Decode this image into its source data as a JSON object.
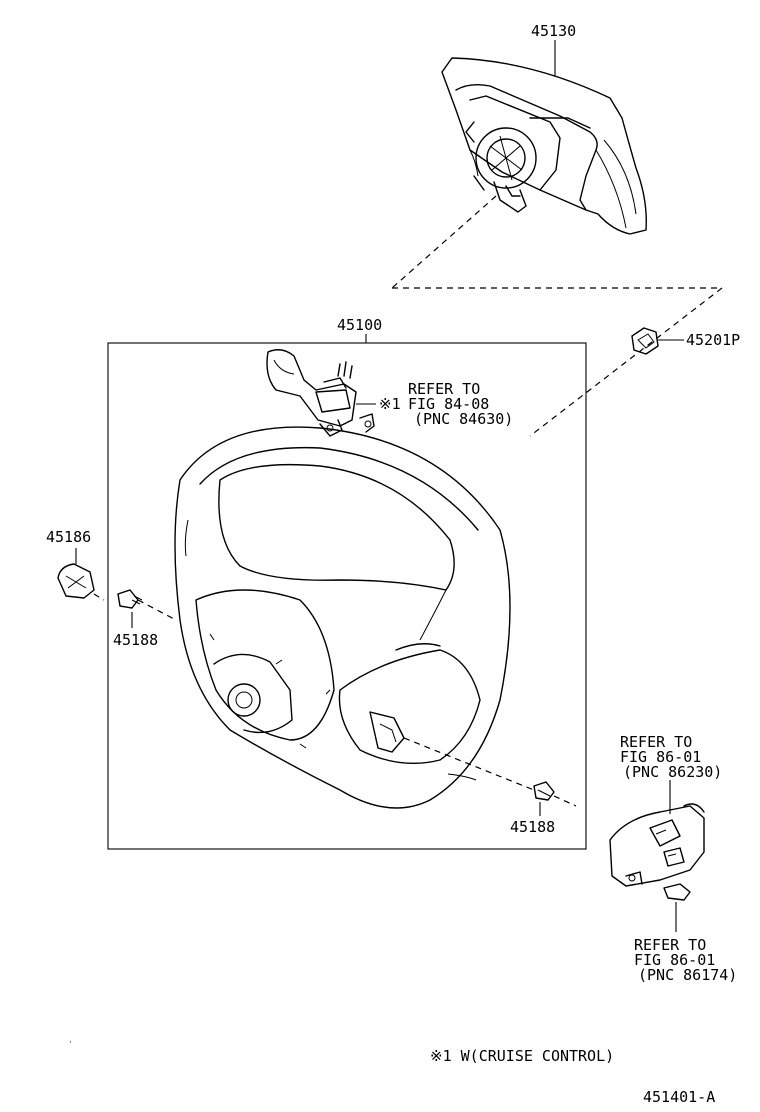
{
  "parts": {
    "airbag": "45130",
    "wheel": "45100",
    "nut": "45201P",
    "cover": "45186",
    "screw_left": "45188",
    "screw_right": "45188"
  },
  "refs": {
    "cruise_switch": [
      "REFER TO",
      "FIG 84-08",
      "(PNC 84630)"
    ],
    "switch_upper": [
      "REFER TO",
      "FIG 86-01",
      "(PNC 86230)"
    ],
    "switch_lower": [
      "REFER TO",
      "FIG 86-01",
      "(PNC 86174)"
    ]
  },
  "marker": "※1",
  "footnote": "※1 W(CRUISE CONTROL)",
  "figure_code": "451401-A"
}
